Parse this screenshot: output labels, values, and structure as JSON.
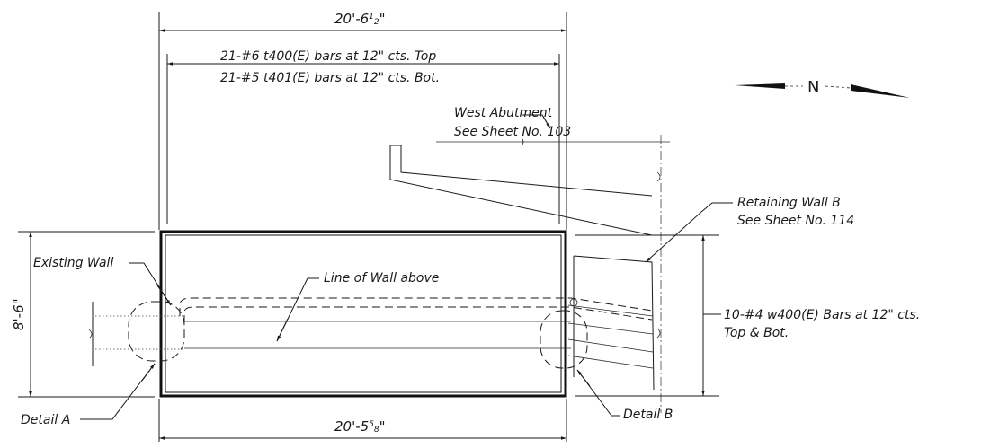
{
  "dimensions": {
    "overall_top": {
      "main": "20'-6",
      "frac": "1",
      "frac2": "2",
      "unit": "\""
    },
    "overall_bottom": {
      "main": "20'-5",
      "frac": "5",
      "frac2": "8",
      "unit": "\""
    },
    "height": "8'-6\""
  },
  "notes": {
    "top_bars": "21-#6 t400(E) bars at 12\" cts. Top",
    "bot_bars": "21-#5 t401(E) bars at 12\" cts. Bot.",
    "west_abutment_line1": "West Abutment",
    "west_abutment_line2": "See Sheet No. 103",
    "retaining_wall_line1": "Retaining Wall B",
    "retaining_wall_line2": "See Sheet No. 114",
    "existing_wall": "Existing Wall",
    "line_of_wall": "Line of Wall above",
    "w_bars_line1": "10-#4 w400(E) Bars at 12\" cts.",
    "w_bars_line2": "Top & Bot.",
    "detail_a": "Detail A",
    "detail_b": "Detail B"
  },
  "north_arrow": {
    "label": "N"
  }
}
